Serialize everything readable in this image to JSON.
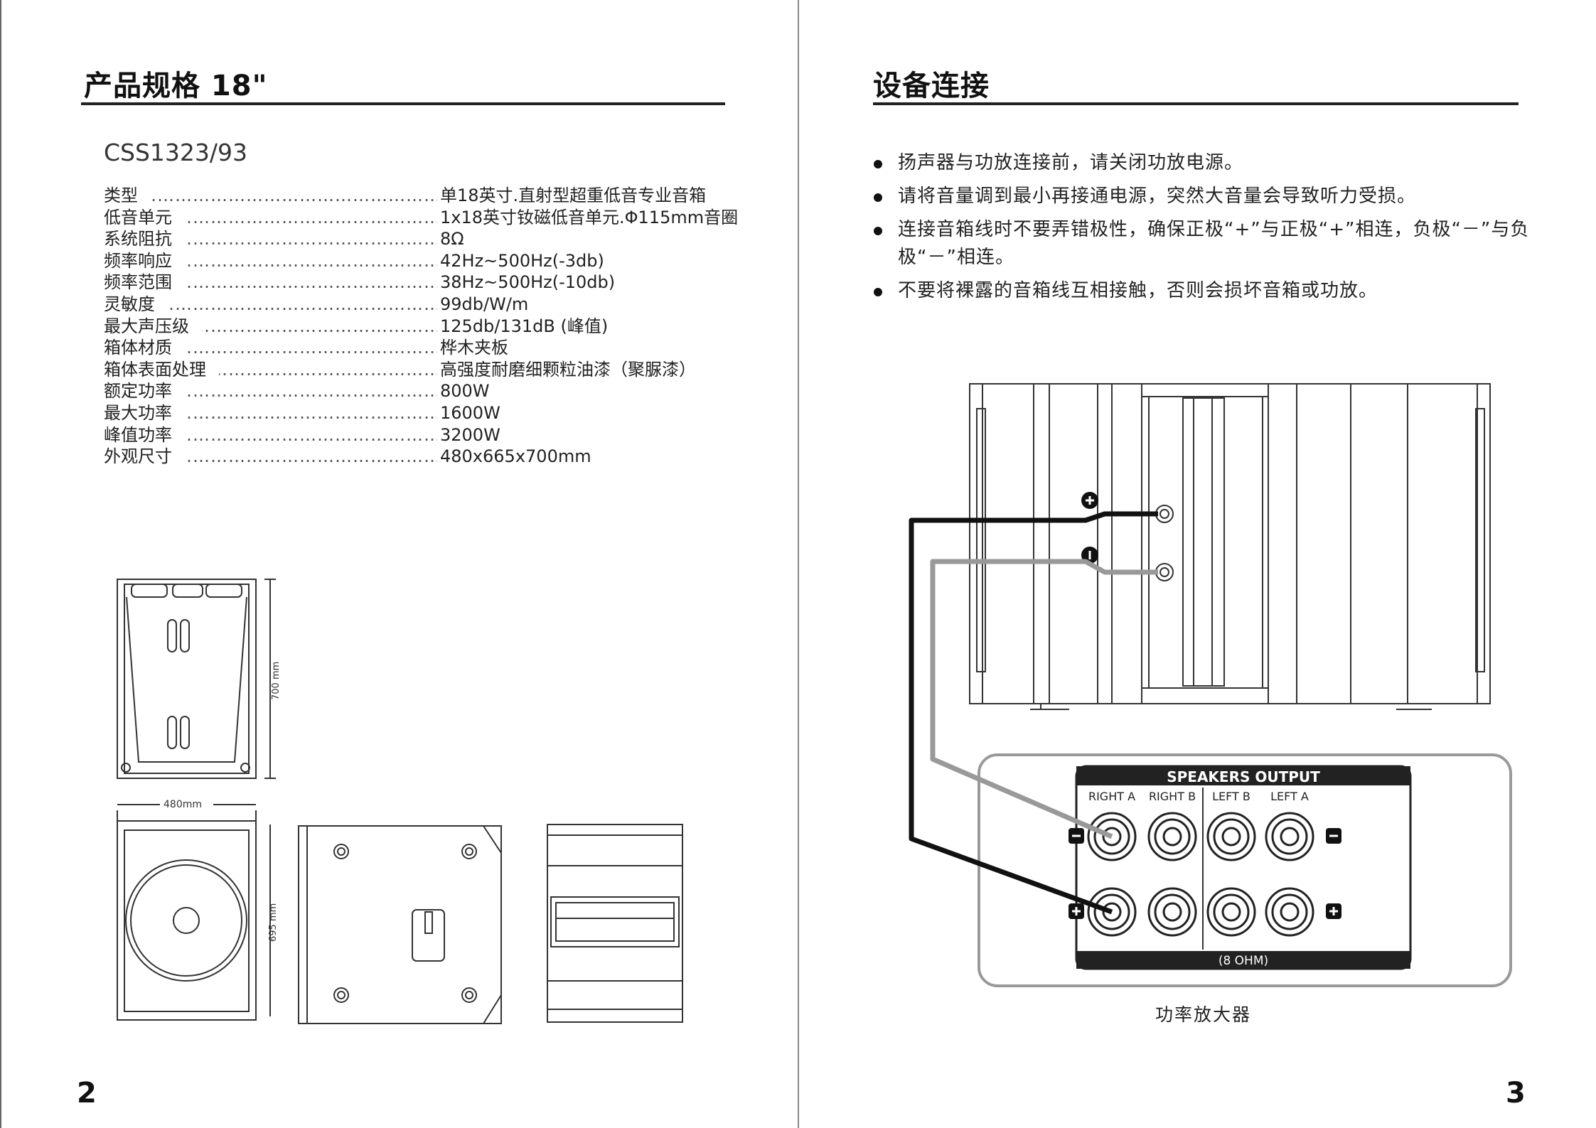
{
  "left_page": {
    "title": "产品规格 18\"",
    "model": "CSS1323/93",
    "specs": [
      {
        "label": "类型",
        "value": "单18英寸.直射型超重低音专业音箱"
      },
      {
        "label": "低音单元",
        "value": "1x18英寸钕磁低音单元.Φ115mm音圈"
      },
      {
        "label": "系统阻抗",
        "value": "8Ω"
      },
      {
        "label": "频率响应",
        "value": "42Hz~500Hz(-3db)"
      },
      {
        "label": "频率范围",
        "value": "38Hz~500Hz(-10db)"
      },
      {
        "label": "灵敏度",
        "value": "99db/W/m"
      },
      {
        "label": "最大声压级",
        "value": "125db/131dB (峰值)"
      },
      {
        "label": "箱体材质",
        "value": "桦木夹板"
      },
      {
        "label": "箱体表面处理",
        "value": "高强度耐磨细颗粒油漆（聚脲漆）"
      },
      {
        "label": "额定功率",
        "value": "800W"
      },
      {
        "label": "最大功率",
        "value": "1600W"
      },
      {
        "label": "峰值功率",
        "value": "3200W"
      },
      {
        "label": "外观尺寸",
        "value": "480x665x700mm"
      }
    ],
    "dim_height": "700 mm",
    "dim_width": "480mm",
    "dim_depth": "695 mm",
    "page_number": "2"
  },
  "right_page": {
    "title": "设备连接",
    "bullets": [
      "扬声器与功放连接前，请关闭功放电源。",
      "请将音量调到最小再接通电源，突然大音量会导致听力受损。",
      "连接音箱线时不要弄错极性，确保正极“+”与正极“+”相连，负极“－”与负极“－”相连。",
      "不要将裸露的音箱线互相接触，否则会损坏音箱或功放。"
    ],
    "amp_panel": {
      "title": "SPEAKERS OUTPUT",
      "channels": [
        "RIGHT A",
        "RIGHT B",
        "LEFT B",
        "LEFT A"
      ],
      "impedance": "(8 OHM)"
    },
    "caption": "功率放大器",
    "page_number": "3"
  }
}
